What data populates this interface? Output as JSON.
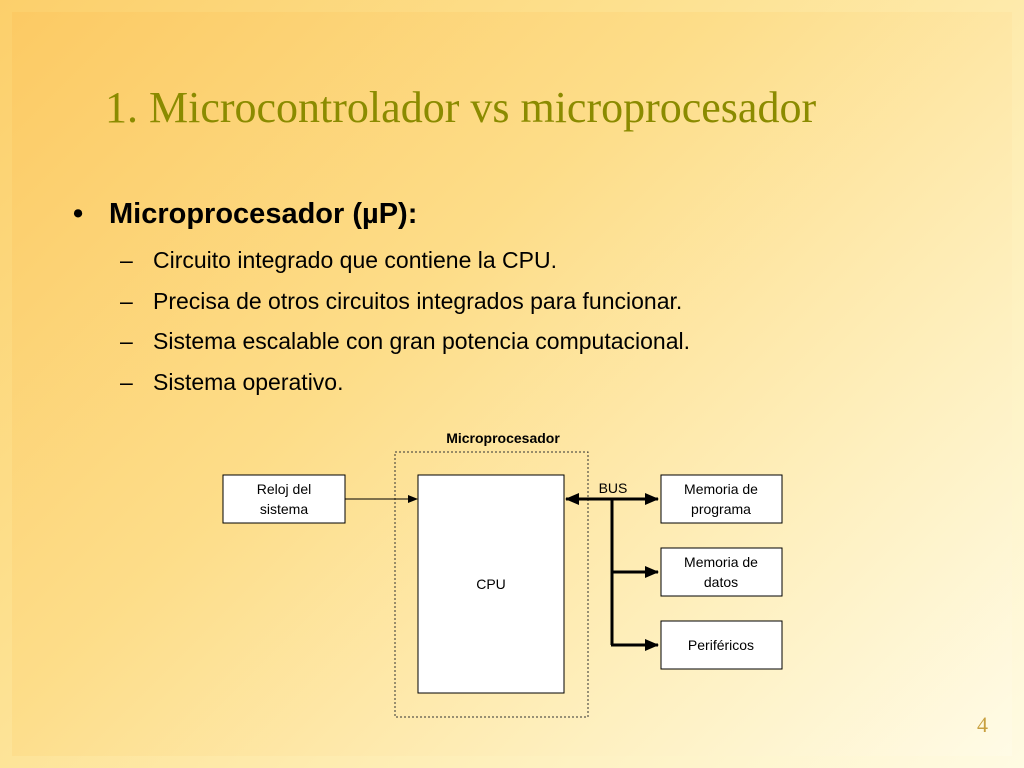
{
  "slide": {
    "title": "1. Microcontrolador vs microprocesador",
    "page_number": "4"
  },
  "bullets": {
    "main": "Microprocesador (µP):",
    "bullet_glyph": "•",
    "dash_glyph": "–",
    "items": [
      "Circuito integrado que contiene la CPU.",
      "Precisa de otros circuitos integrados para funcionar.",
      "Sistema escalable con gran potencia computacional.",
      "Sistema operativo."
    ]
  },
  "diagram": {
    "container_label": "Microprocesador",
    "clock_line1": "Reloj del",
    "clock_line2": "sistema",
    "cpu": "CPU",
    "bus": "BUS",
    "program_mem_line1": "Memoria de",
    "program_mem_line2": "programa",
    "data_mem_line1": "Memoria de",
    "data_mem_line2": "datos",
    "peripherals": "Periféricos"
  }
}
